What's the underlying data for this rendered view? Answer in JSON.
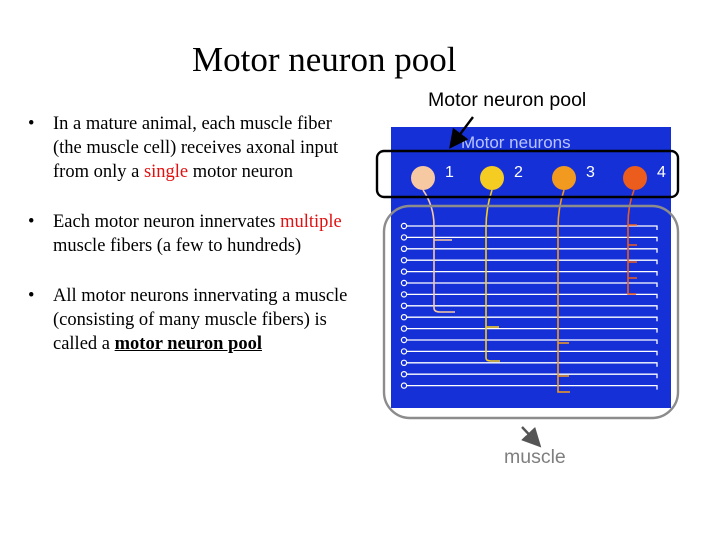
{
  "slide": {
    "title": "Motor neuron pool"
  },
  "bullets": [
    {
      "before": "In a mature animal, each muscle fiber (the muscle cell) receives axonal input from only a ",
      "highlight": "single",
      "after": " motor neuron"
    },
    {
      "before": "Each motor neuron innervates ",
      "highlight": "multiple",
      "after": " muscle fibers (a few to hundreds)"
    },
    {
      "before": "All motor neurons innervating a muscle (consisting of many muscle fibers) is called a ",
      "emphasis": "motor neuron pool"
    }
  ],
  "diagram": {
    "pool_label": "Motor neuron pool",
    "muscle_label": "muscle",
    "panel_title": "Motor neurons",
    "neurons": [
      {
        "number": "1",
        "color": "#f7c9a3"
      },
      {
        "number": "2",
        "color": "#f5cc22"
      },
      {
        "number": "3",
        "color": "#f29a20"
      },
      {
        "number": "4",
        "color": "#ec5c1c"
      }
    ],
    "colors": {
      "panel_background": "#1630d8",
      "fiber": "#ffffff",
      "pool_outline": "#000000",
      "muscle_outline": "#8c8c8c",
      "accent_text": "#e01010"
    }
  }
}
